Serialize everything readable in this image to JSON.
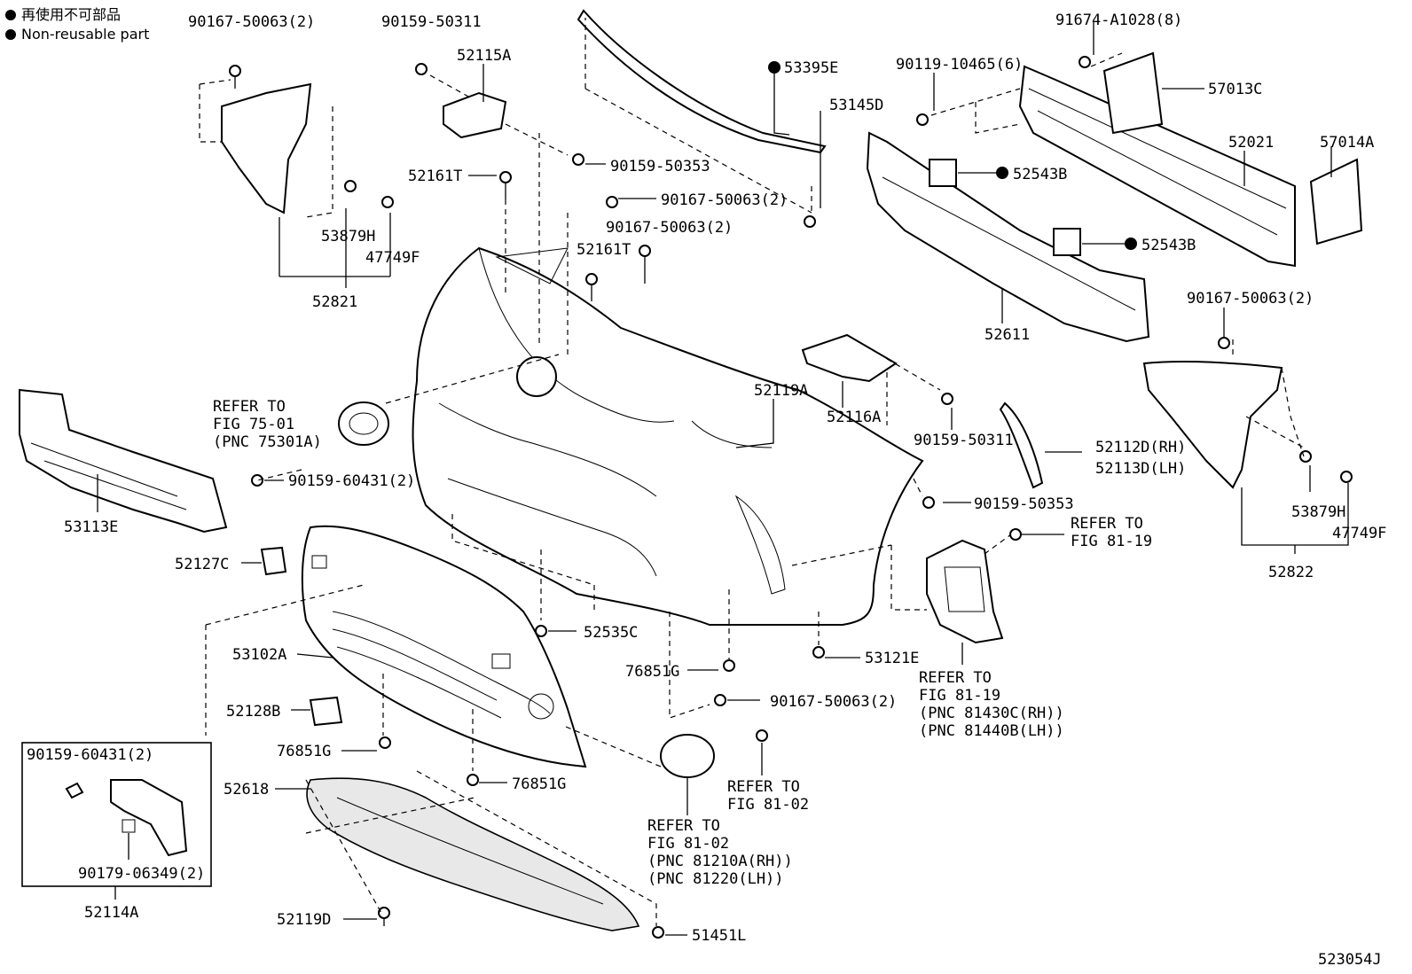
{
  "legend": {
    "line_jp": "再使用不可部品",
    "line_en": "Non-reusable part"
  },
  "figure_id": "523054J",
  "callouts": {
    "c90167_tl": "90167-50063(2)",
    "c90159_top": "90159-50311",
    "c52115A": "52115A",
    "c53879H_l": "53879H",
    "c47749F_l": "47749F",
    "c52821": "52821",
    "c90159_50353_top": "90159-50353",
    "c52161T_a": "52161T",
    "c90167_mid1": "90167-50063(2)",
    "c90167_mid2": "90167-50063(2)",
    "c52161T_b": "52161T",
    "c53395E": "53395E",
    "c53145D": "53145D",
    "c90119": "90119-10465(6)",
    "c91674": "91674-A1028(8)",
    "c57013C": "57013C",
    "c52021": "52021",
    "c57014A": "57014A",
    "c52543B_a": "52543B",
    "c52543B_b": "52543B",
    "c52611": "52611",
    "c90167_r": "90167-50063(2)",
    "c52119A": "52119A",
    "c52116A": "52116A",
    "c90159_50311_mid": "90159-50311",
    "c52112D": "52112D(RH)",
    "c52113D": "52113D(LH)",
    "c53879H_r": "53879H",
    "c47749F_r": "47749F",
    "c52822": "52822",
    "c90159_50353_mid": "90159-50353",
    "c53113E": "53113E",
    "c90159_60431": "90159-60431(2)",
    "c52127C": "52127C",
    "c52535C": "52535C",
    "c53102A": "53102A",
    "c76851G_a": "76851G",
    "c53121E": "53121E",
    "c90167_low": "90167-50063(2)",
    "c52128B": "52128B",
    "c76851G_b": "76851G",
    "c76851G_c": "76851G",
    "c52618": "52618",
    "c52119D": "52119D",
    "c51451L": "51451L",
    "c52114A": "52114A",
    "c90159_60431_box": "90159-60431(2)",
    "c90179": "90179-06349(2)"
  },
  "refers": {
    "r75_1": "REFER TO",
    "r75_2": "FIG 75-01",
    "r75_3": "(PNC 75301A)",
    "r8119a_1": "REFER TO",
    "r8119a_2": "FIG 81-19",
    "r8119b_1": "REFER TO",
    "r8119b_2": "FIG 81-19",
    "r8119b_3": "(PNC 81430C(RH))",
    "r8119b_4": "(PNC 81440B(LH))",
    "r8102a_1": "REFER TO",
    "r8102a_2": "FIG 81-02",
    "r8102b_1": "REFER TO",
    "r8102b_2": "FIG 81-02",
    "r8102b_3": "(PNC 81210A(RH))",
    "r8102b_4": "(PNC 81220(LH))"
  }
}
